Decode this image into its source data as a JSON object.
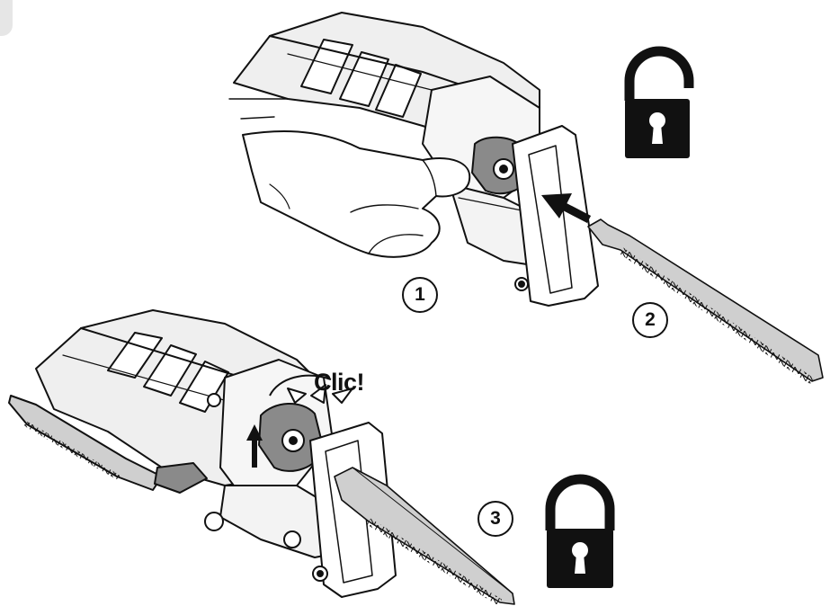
{
  "steps": [
    "1",
    "2",
    "3"
  ],
  "click_label": "Clic!",
  "icons": {
    "top": "unlocked-padlock-icon",
    "bottom": "locked-padlock-icon"
  },
  "colors": {
    "ink": "#111111",
    "saw_body": "#e9e9e9",
    "grip": "#8a8a8a",
    "blade": "#cfcfcf",
    "background": "#ffffff"
  }
}
